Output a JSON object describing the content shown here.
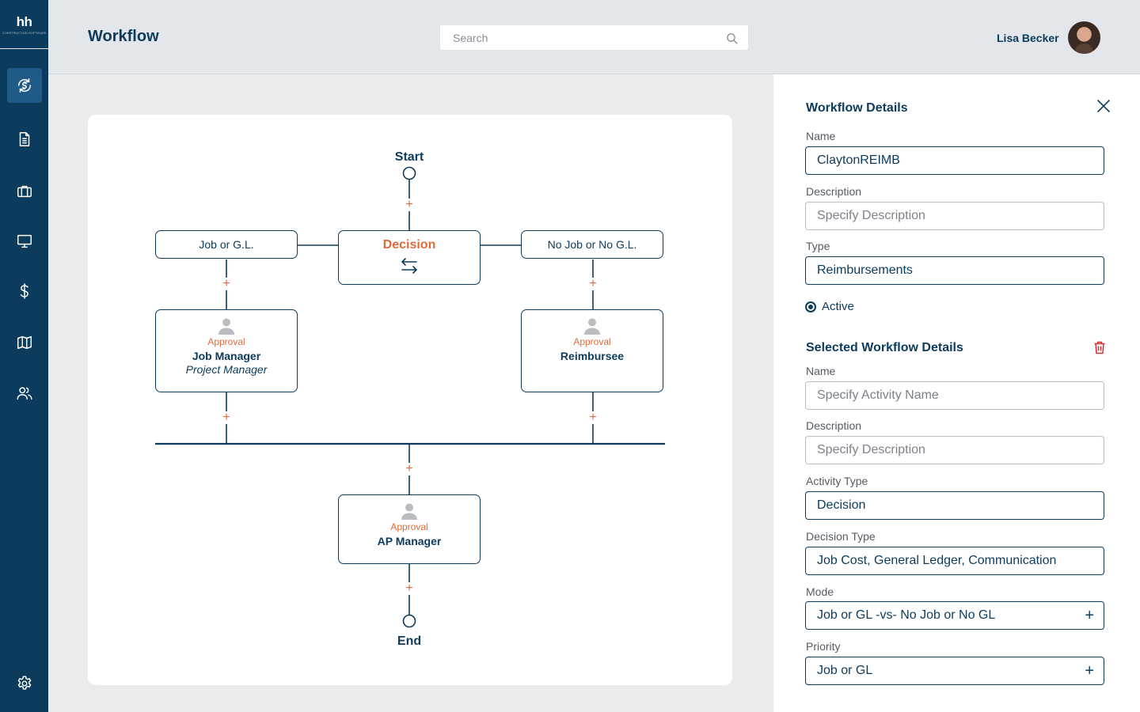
{
  "app": {
    "logo_text": "hh",
    "logo_sub": "CONSTRUCTION SOFTWARE"
  },
  "header": {
    "title": "Workflow",
    "search_placeholder": "Search",
    "user_name": "Lisa Becker"
  },
  "sidebar": {
    "items": [
      {
        "icon": "dollar-cycle-icon",
        "active": true
      },
      {
        "icon": "document-icon",
        "active": false
      },
      {
        "icon": "briefcase-icon",
        "active": false
      },
      {
        "icon": "monitor-icon",
        "active": false
      },
      {
        "icon": "dollar-icon",
        "active": false
      },
      {
        "icon": "map-icon",
        "active": false
      },
      {
        "icon": "users-icon",
        "active": false
      },
      {
        "icon": "settings-icon",
        "active": false
      }
    ]
  },
  "diagram": {
    "start_label": "Start",
    "end_label": "End",
    "decision": {
      "title": "Decision"
    },
    "left_branch": "Job or G.L.",
    "right_branch": "No Job or No G.L.",
    "left_approval": {
      "type": "Approval",
      "name": "Job Manager",
      "role": "Project Manager"
    },
    "right_approval": {
      "type": "Approval",
      "name": "Reimbursee"
    },
    "final_approval": {
      "type": "Approval",
      "name": "AP Manager"
    },
    "plus_symbol": "+"
  },
  "panel": {
    "workflow_details": {
      "heading": "Workflow Details",
      "name_label": "Name",
      "name_value": "ClaytonREIMB",
      "description_label": "Description",
      "description_placeholder": "Specify Description",
      "type_label": "Type",
      "type_value": "Reimbursements",
      "status_label": "Active"
    },
    "selected_details": {
      "heading": "Selected Workflow Details",
      "name_label": "Name",
      "name_placeholder": "Specify Activity Name",
      "description_label": "Description",
      "description_placeholder": "Specify Description",
      "activity_type_label": "Activity Type",
      "activity_type_value": "Decision",
      "decision_type_label": "Decision Type",
      "decision_type_value": "Job Cost, General Ledger, Communication",
      "mode_label": "Mode",
      "mode_value": "Job or GL -vs- No Job or No GL",
      "priority_label": "Priority",
      "priority_value": "Job or GL"
    }
  },
  "colors": {
    "sidebar": "#0b3b5d",
    "primary": "#0d3b5c",
    "accent": "#e06a3b",
    "delete": "#d32f2f"
  }
}
